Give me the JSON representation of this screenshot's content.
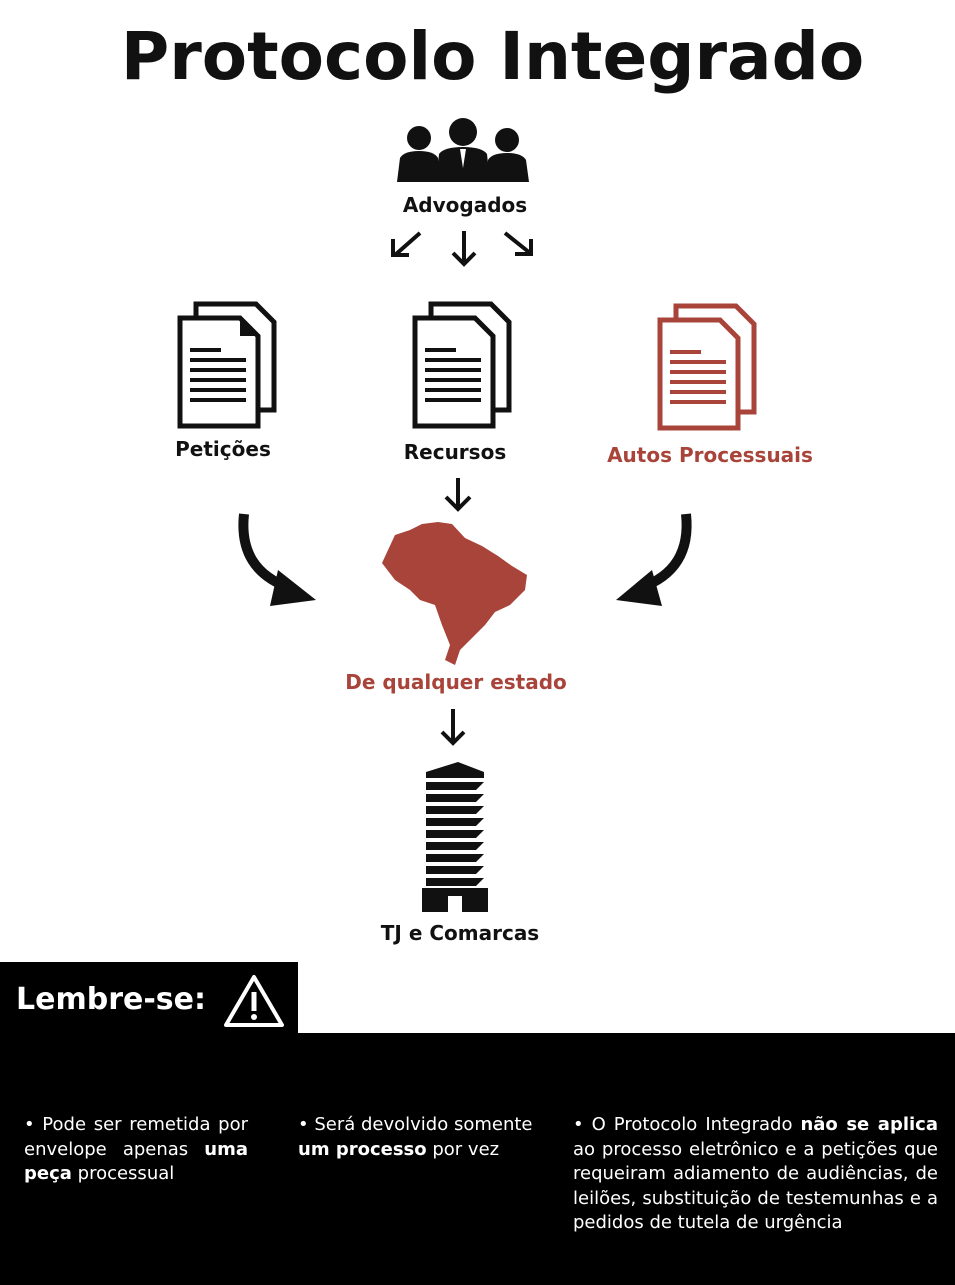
{
  "title": "Protocolo Integrado",
  "flow": {
    "source": "Advogados",
    "documents": [
      {
        "label": "Petições"
      },
      {
        "label": "Recursos"
      },
      {
        "label": "Autos Processuais"
      }
    ],
    "origin": "De qualquer estado",
    "destination": "TJ e Comarcas"
  },
  "colors": {
    "accent": "#a8443a",
    "dark": "#000000"
  },
  "reminder": {
    "heading": "Lembre-se:",
    "notes": [
      {
        "parts": [
          "• Pode ser remetida por envelope apenas ",
          "uma peça",
          " processual"
        ]
      },
      {
        "parts": [
          "• Será devolvido somente ",
          "um processo",
          " por vez"
        ]
      },
      {
        "parts": [
          "• O Protocolo Integrado ",
          "não se aplica",
          " ao processo eletrônico e a petições que requeiram adiamento de audiências, de leilões, substituição de testemunhas e a pedidos de tutela de urgência"
        ]
      }
    ]
  }
}
